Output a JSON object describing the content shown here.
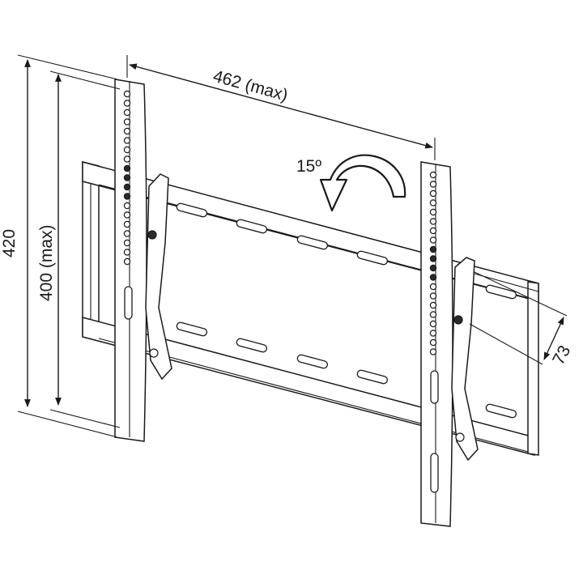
{
  "dimensions": {
    "total_height": "420",
    "vesa_height": "400 (max)",
    "vesa_width": "462 (max)",
    "depth": "73",
    "tilt_angle": "15º"
  }
}
